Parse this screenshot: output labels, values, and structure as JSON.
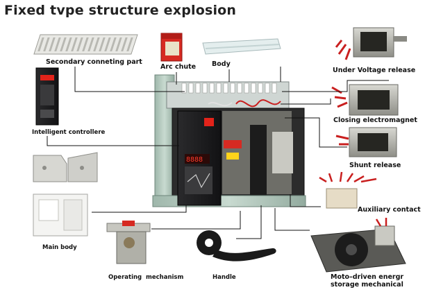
{
  "title": "Fixed tvpe structure  explosion",
  "labels": {
    "secondary": "Secondary conneting part",
    "arc_chute": "Arc chute",
    "body": "Body",
    "under_voltage": "Under Voltage release",
    "intelligent": "Intelligent controllere",
    "closing": "Closing electromagnet",
    "shunt": "Shunt release",
    "auxiliary": "Auxiliary contact",
    "main_body": "Main body",
    "operating_a": "Operating",
    "operating_b": "mechanism",
    "handle": "Handle",
    "moto_1": "Moto–driven energr",
    "moto_2": "storage mechanical"
  },
  "colors": {
    "breaker_green": "#b7cbc0",
    "controller_black": "#1e1e20",
    "display_red": "#e2231a",
    "arc_red": "#d62a22",
    "release_grey": "#9a9a92",
    "leader_line": "#111111"
  }
}
